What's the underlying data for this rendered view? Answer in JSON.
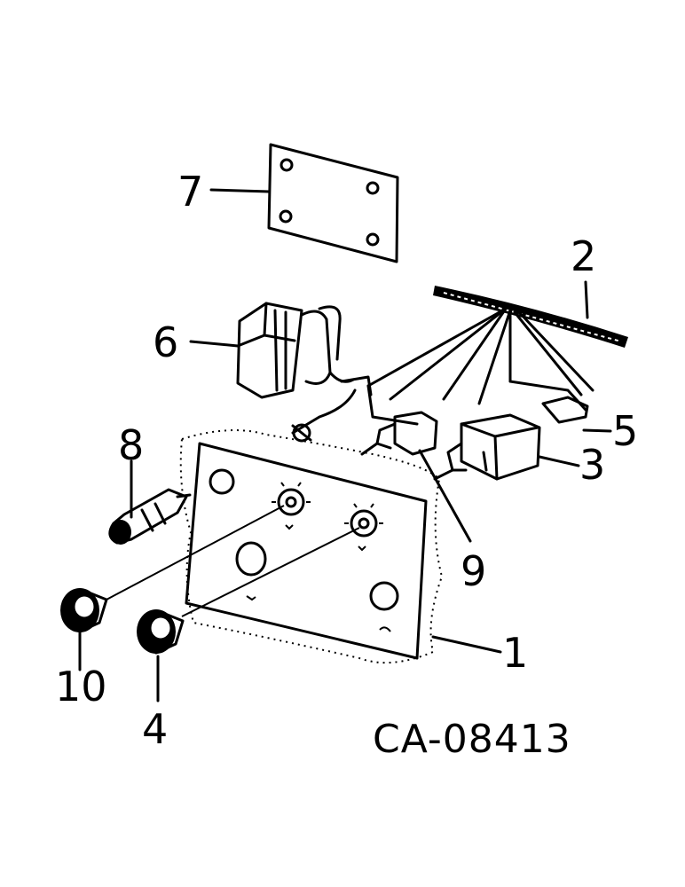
{
  "diagram": {
    "reference_code": "CA-08413",
    "callouts": [
      "1",
      "2",
      "3",
      "4",
      "5",
      "6",
      "7",
      "8",
      "9",
      "10"
    ]
  }
}
